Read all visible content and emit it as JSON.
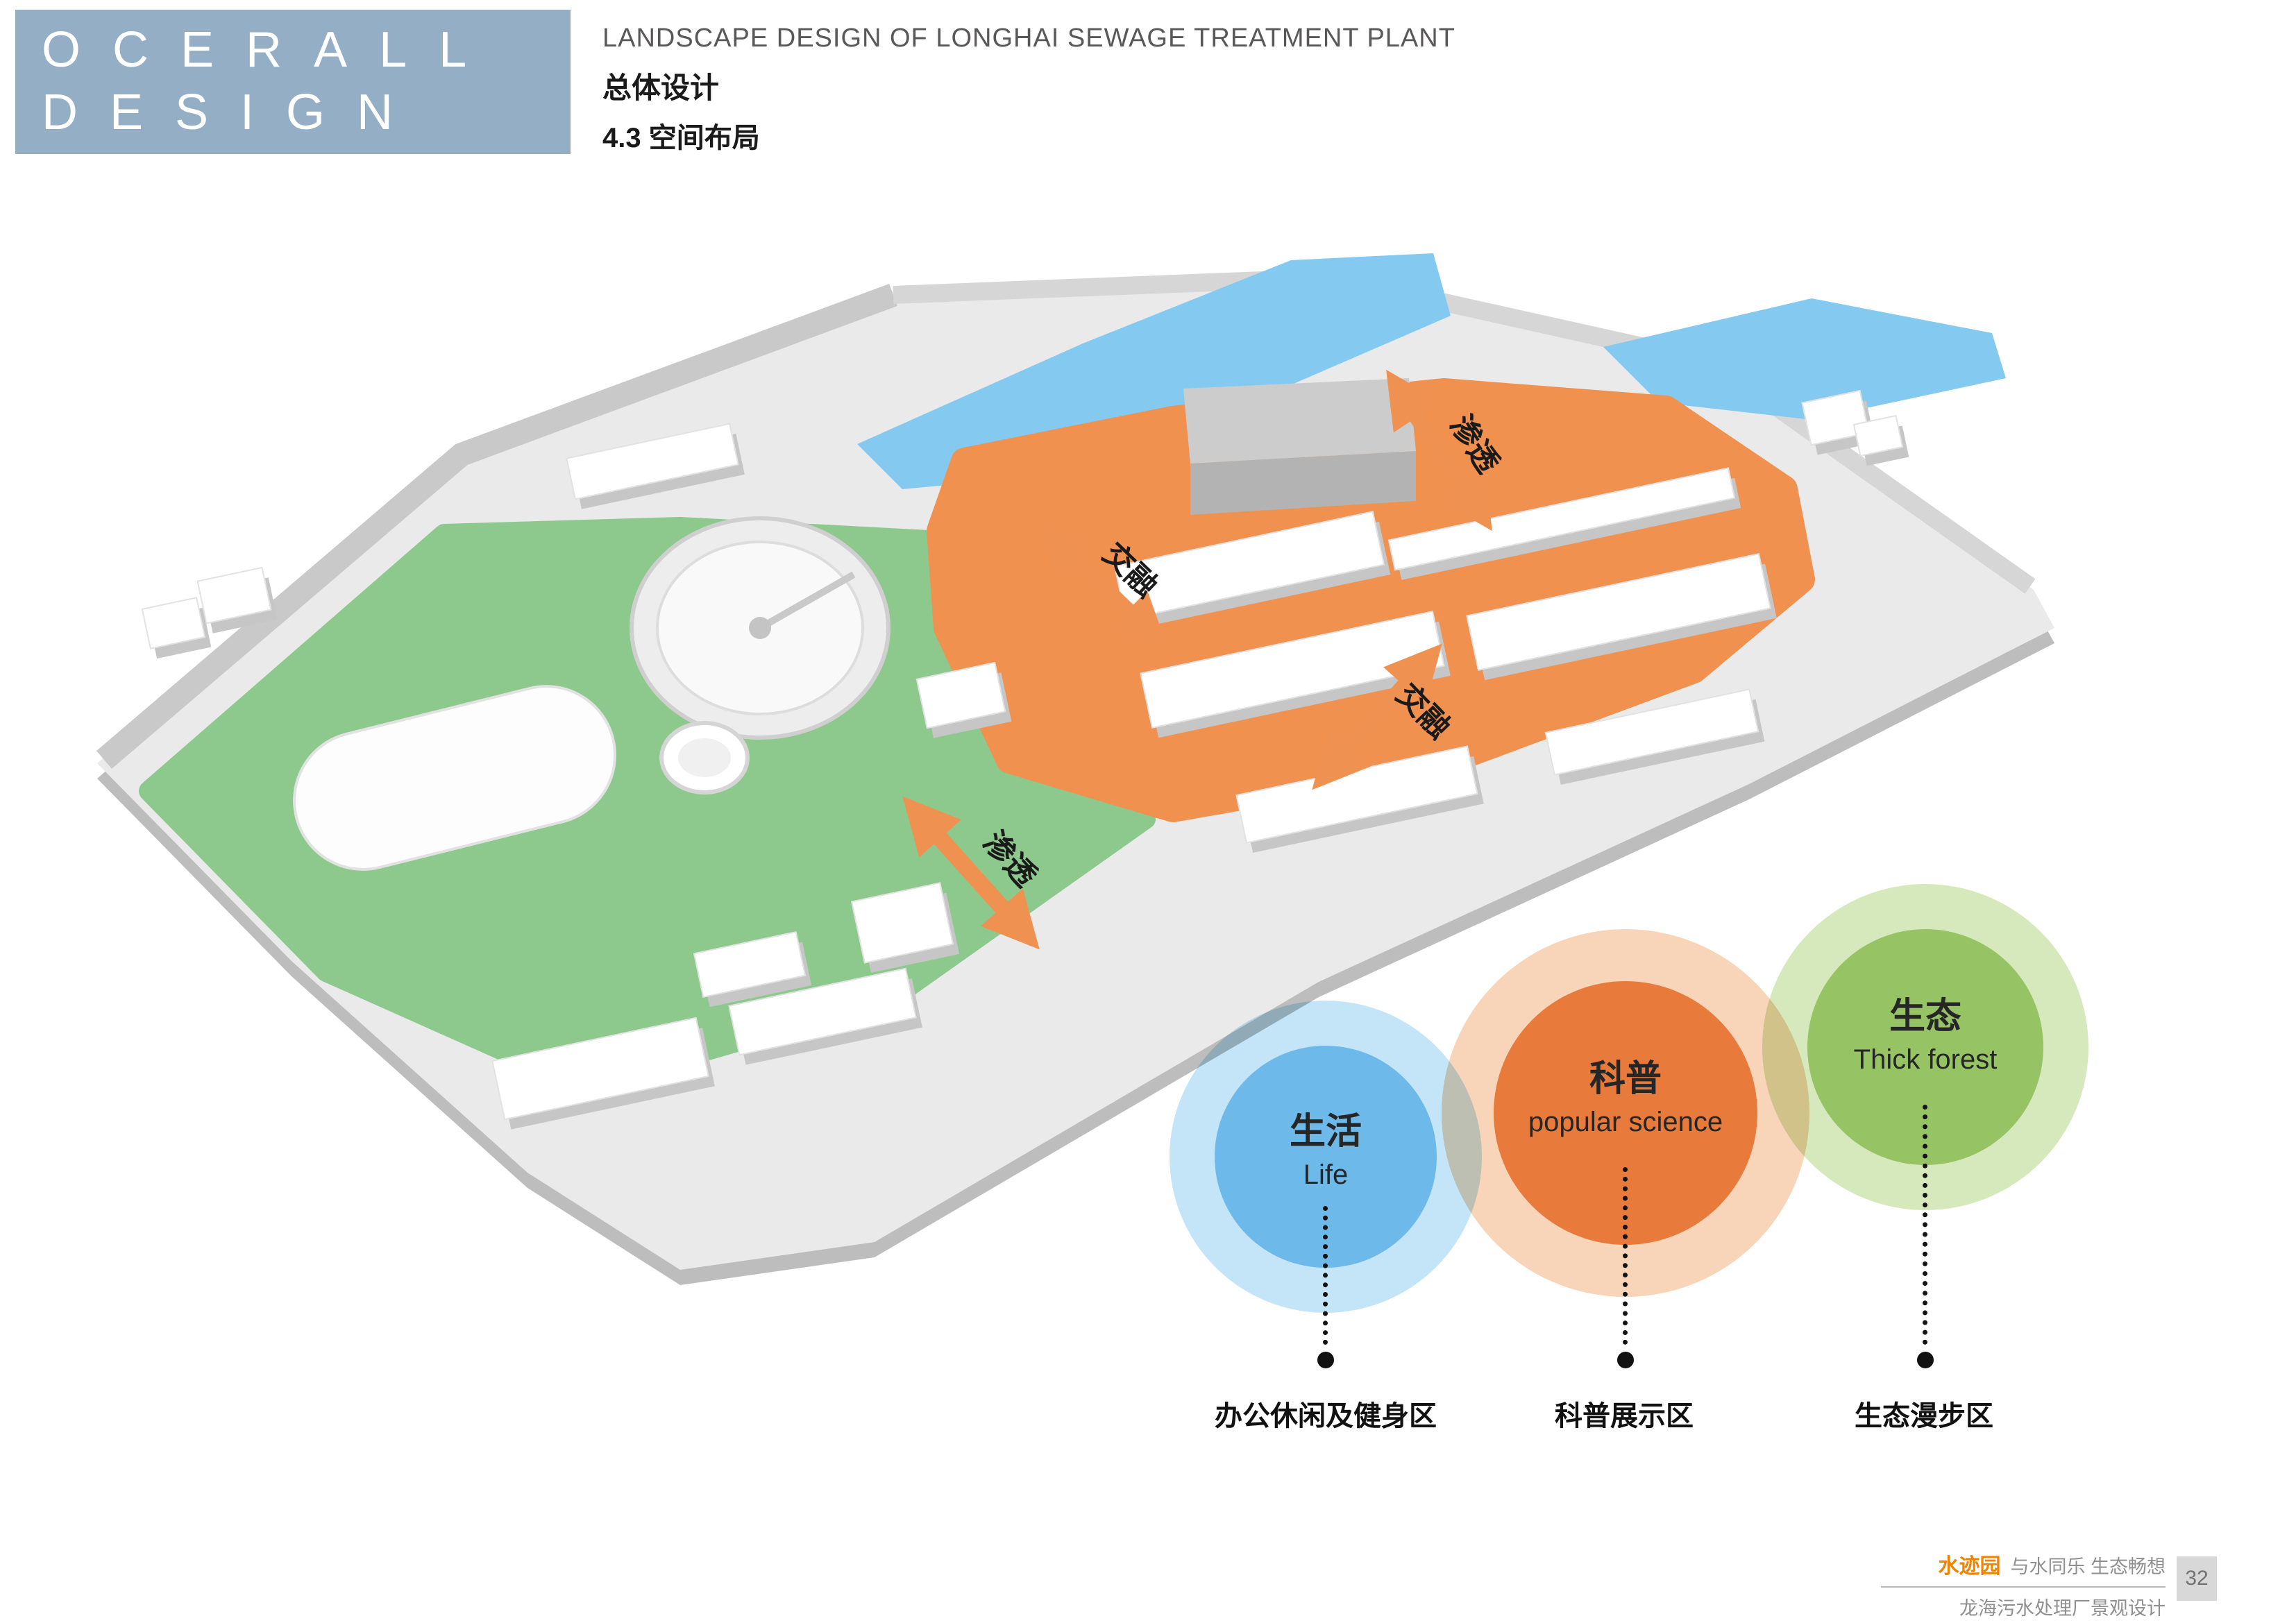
{
  "header": {
    "logo_line1": "OCERALL",
    "logo_line2": "DESIGN",
    "title_en": "LANDSCAPE DESIGN OF LONGHAI SEWAGE TREATMENT PLANT",
    "title_cn": "总体设计",
    "section_no": "4.3 空间布局"
  },
  "diagram": {
    "arrows": [
      {
        "label": "渗透"
      },
      {
        "label": "交融"
      },
      {
        "label": "交融"
      },
      {
        "label": "渗透"
      }
    ]
  },
  "zones": [
    {
      "title_cn": "生活",
      "title_en": "Life",
      "area_label": "办公休闲及健身区",
      "color": "#7fc9ef"
    },
    {
      "title_cn": "科普",
      "title_en": "popular science",
      "area_label": "科普展示区",
      "color": "#ef8f4f"
    },
    {
      "title_cn": "生态",
      "title_en": "Thick forest",
      "area_label": "生态漫步区",
      "color": "#a6d37e"
    }
  ],
  "colors": {
    "header_block": "#93aec5",
    "green_zone": "#8dc98d",
    "orange_zone": "#f0914f",
    "water": "#84c9ef",
    "arrow": "#ef9251"
  },
  "footer": {
    "brand": "水迹园",
    "slogan": "与水同乐 生态畅想",
    "subtitle": "龙海污水处理厂景观设计",
    "page_number": "32"
  }
}
